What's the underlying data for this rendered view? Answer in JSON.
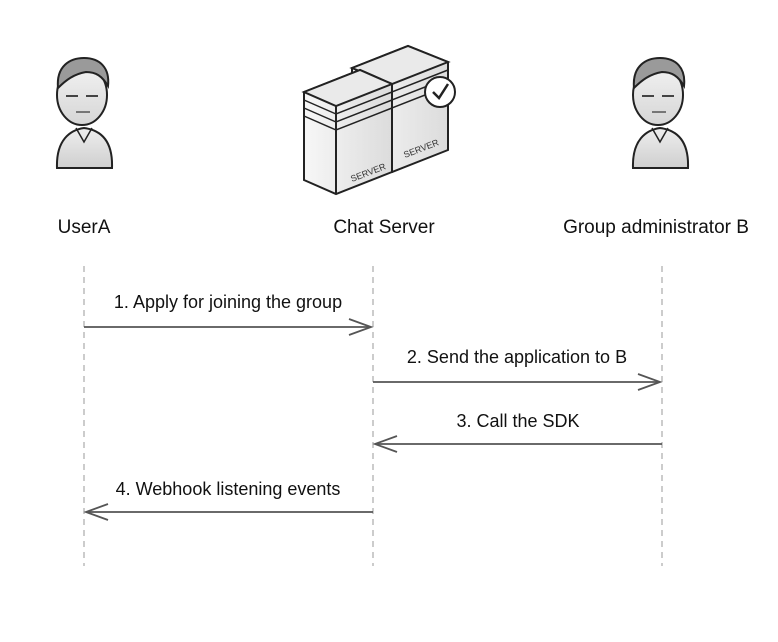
{
  "actors": {
    "user_a": {
      "label": "UserA",
      "icon": "user-icon"
    },
    "chat_server": {
      "label": "Chat Server",
      "icon": "server-icon",
      "server_text": "SERVER"
    },
    "admin_b": {
      "label": "Group administrator B",
      "icon": "user-icon"
    }
  },
  "messages": [
    {
      "label": "1. Apply for joining the group",
      "from": "UserA",
      "to": "Chat Server"
    },
    {
      "label": "2. Send the application to B",
      "from": "Chat Server",
      "to": "Group administrator B"
    },
    {
      "label": "3. Call the SDK",
      "from": "Group administrator B",
      "to": "Chat Server"
    },
    {
      "label": "4. Webhook listening events",
      "from": "Chat Server",
      "to": "UserA"
    }
  ],
  "colors": {
    "lifeline": "#bbbbbb",
    "arrow": "#555555"
  }
}
